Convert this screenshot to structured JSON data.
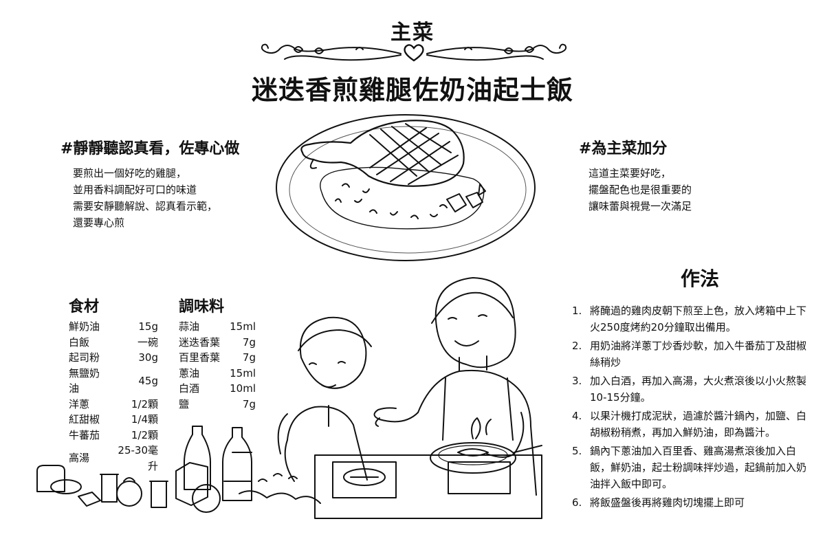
{
  "header": {
    "category": "主菜",
    "title": "迷迭香煎雞腿佐奶油起士飯"
  },
  "left_note": {
    "heading": "#靜靜聽認真看，佐專心做",
    "lines": [
      "要煎出一個好吃的雞腿，",
      "並用香料調配好可口的味道",
      "需要安靜聽解說、認真看示範，",
      "還要專心煎"
    ]
  },
  "right_note": {
    "heading": "#為主菜加分",
    "lines": [
      "這道主菜要好吃，",
      "擺盤配色也是很重要的",
      "讓味蕾與視覺一次滿足"
    ]
  },
  "ingredients": {
    "heading": "食材",
    "items": [
      {
        "name": "鮮奶油",
        "amount": "15g"
      },
      {
        "name": "白飯",
        "amount": "一碗"
      },
      {
        "name": "起司粉",
        "amount": "30g"
      },
      {
        "name": "無鹽奶油",
        "amount": "45g"
      },
      {
        "name": "洋蔥",
        "amount": "1/2顆"
      },
      {
        "name": "紅甜椒",
        "amount": "1/4顆"
      },
      {
        "name": "牛蕃茄",
        "amount": "1/2顆"
      },
      {
        "name": "高湯",
        "amount": "25-30毫升"
      }
    ]
  },
  "seasonings": {
    "heading": "調味料",
    "items": [
      {
        "name": "蒜油",
        "amount": "15ml"
      },
      {
        "name": "迷迭香葉",
        "amount": "7g"
      },
      {
        "name": "百里香葉",
        "amount": "7g"
      },
      {
        "name": "蔥油",
        "amount": "15ml"
      },
      {
        "name": "白酒",
        "amount": "10ml"
      },
      {
        "name": "鹽",
        "amount": "7g"
      }
    ]
  },
  "method": {
    "heading": "作法",
    "steps": [
      {
        "num": "1.",
        "text": "將醃過的雞肉皮朝下煎至上色，放入烤箱中上下火250度烤約20分鐘取出備用。"
      },
      {
        "num": "2.",
        "text": "用奶油將洋蔥丁炒香炒軟，加入牛番茄丁及甜椒絲稍炒"
      },
      {
        "num": "3.",
        "text": "加入白酒，再加入高湯，大火煮滾後以小火熬製10-15分鐘。"
      },
      {
        "num": "4.",
        "text": "以果汁機打成泥狀，過濾於醬汁鍋內，加鹽、白胡椒粉稍煮，再加入鮮奶油，即為醬汁。"
      },
      {
        "num": "5.",
        "text": "鍋內下蔥油加入百里香、雞高湯煮滾後加入白飯，鮮奶油，起士粉調味拌炒過，起鍋前加入奶油拌入飯中即可。"
      },
      {
        "num": "6.",
        "text": "將飯盛盤後再將雞肉切塊擺上即可"
      }
    ]
  },
  "icons": {
    "ornament": "heart-scroll-ornament-icon",
    "plate": "chicken-rice-plate-illustration",
    "kitchen": "mother-and-child-cooking-illustration"
  },
  "colors": {
    "ink": "#111111",
    "paper": "#ffffff"
  }
}
